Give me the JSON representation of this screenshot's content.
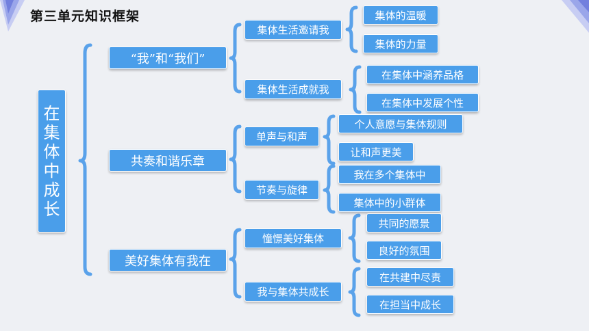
{
  "title": "第三单元知识框架",
  "root": {
    "label": "在集体中成长",
    "chars": [
      "在",
      "集",
      "体",
      "中",
      "成",
      "长"
    ]
  },
  "sections": [
    {
      "label": "“我”和“我们”",
      "topics": [
        {
          "label": "集体生活邀请我",
          "items": [
            "集体的温暖",
            "集体的力量"
          ]
        },
        {
          "label": "集体生活成就我",
          "items": [
            "在集体中涵养品格",
            "在集体中发展个性"
          ]
        }
      ]
    },
    {
      "label": "共奏和谐乐章",
      "topics": [
        {
          "label": "单声与和声",
          "items": [
            "个人意愿与集体规则",
            "让和声更美"
          ]
        },
        {
          "label": "节奏与旋律",
          "items": [
            "我在多个集体中",
            "集体中的小群体"
          ]
        }
      ]
    },
    {
      "label": "美好集体有我在",
      "topics": [
        {
          "label": "憧憬美好集体",
          "items": [
            "共同的愿景",
            "良好的氛围"
          ]
        },
        {
          "label": "我与集体共成长",
          "items": [
            "在共建中尽责",
            "在担当中成长"
          ]
        }
      ]
    }
  ],
  "colors": {
    "box": "#4a9eea",
    "bracket": "#5aa2ea",
    "background": "#eef0f4"
  }
}
